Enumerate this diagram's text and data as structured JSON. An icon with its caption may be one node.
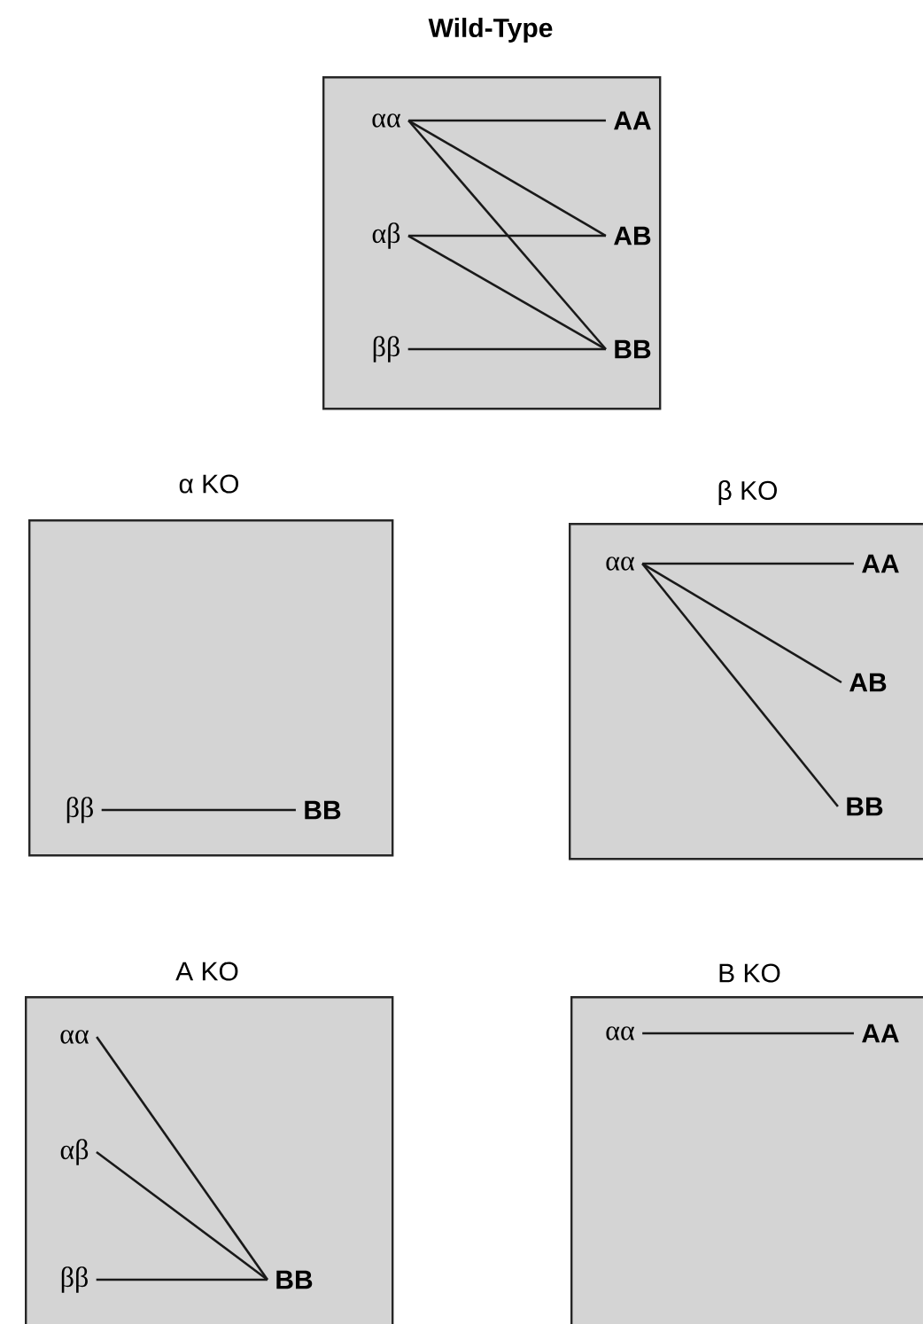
{
  "diagram": {
    "nodes": [
      {
        "text": [
          "Wild-Type"
        ]
      },
      {
        "text": [
          "αα"
        ],
        "in": 0
      },
      {
        "text": [
          "AA"
        ],
        "in": 0
      },
      {
        "text": [
          "αβ"
        ],
        "in": 0
      },
      {
        "text": [
          "AB"
        ],
        "in": 0
      },
      {
        "text": [
          "ββ"
        ],
        "in": 0
      },
      {
        "text": [
          "BB"
        ],
        "in": 0
      },
      {
        "text": [
          "α KO"
        ]
      },
      {
        "text": [
          "ββ"
        ],
        "in": 7
      },
      {
        "text": [
          "BB"
        ],
        "in": 7
      },
      {
        "text": [
          "β KO"
        ]
      },
      {
        "text": [
          "αα"
        ],
        "in": 10
      },
      {
        "text": [
          "AA"
        ],
        "in": 10
      },
      {
        "text": [
          "AB"
        ],
        "in": 10
      },
      {
        "text": [
          "BB"
        ],
        "in": 10
      },
      {
        "text": [
          "A KO"
        ]
      },
      {
        "text": [
          "αα"
        ],
        "in": 15
      },
      {
        "text": [
          "αβ"
        ],
        "in": 15
      },
      {
        "text": [
          "ββ"
        ],
        "in": 15
      },
      {
        "text": [
          "BB"
        ],
        "in": 15
      },
      {
        "text": [
          "B KO"
        ]
      },
      {
        "text": [
          "αα"
        ],
        "in": 20
      },
      {
        "text": [
          "AA"
        ],
        "in": 20
      }
    ],
    "edges": [
      {
        "from": 1,
        "to": 2,
        "arrow": "none"
      },
      {
        "from": 1,
        "to": 4,
        "arrow": "none"
      },
      {
        "from": 1,
        "to": 6,
        "arrow": "none"
      },
      {
        "from": 3,
        "to": 4,
        "arrow": "none"
      },
      {
        "from": 3,
        "to": 6,
        "arrow": "none"
      },
      {
        "from": 5,
        "to": 6,
        "arrow": "none"
      },
      {
        "from": 8,
        "to": 9,
        "arrow": "none"
      },
      {
        "from": 11,
        "to": 12,
        "arrow": "none"
      },
      {
        "from": 11,
        "to": 13,
        "arrow": "none"
      },
      {
        "from": 11,
        "to": 14,
        "arrow": "none"
      },
      {
        "from": 16,
        "to": 19,
        "arrow": "none"
      },
      {
        "from": 17,
        "to": 19,
        "arrow": "none"
      },
      {
        "from": 18,
        "to": 19,
        "arrow": "none"
      },
      {
        "from": 21,
        "to": 22,
        "arrow": "none"
      }
    ]
  }
}
